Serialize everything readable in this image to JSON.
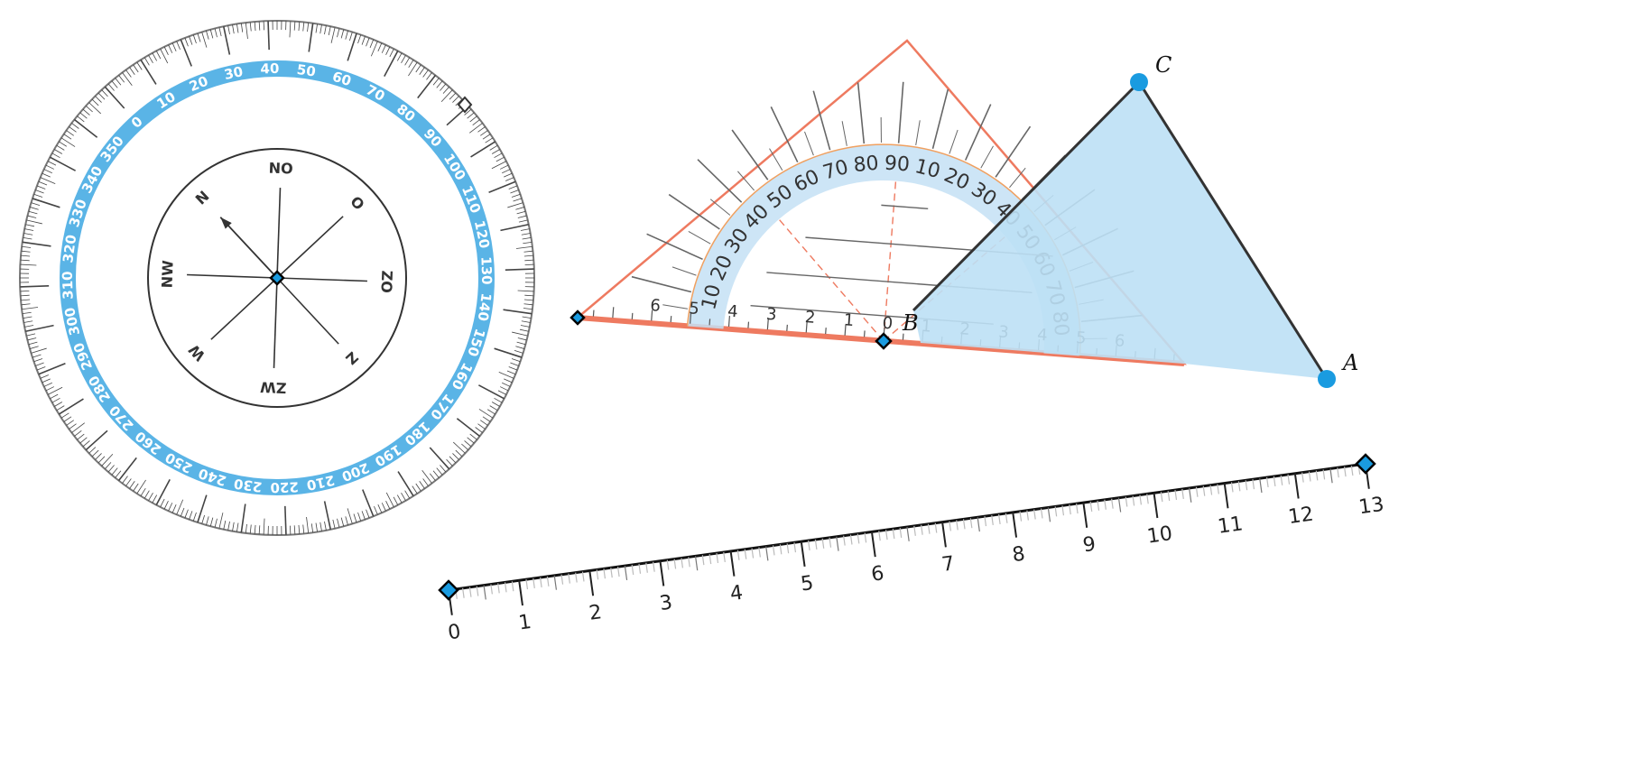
{
  "colors": {
    "compass_ring": "#5ab4e6",
    "set_square_edge": "#ee7a60",
    "protractor_band": "#c4e1f4",
    "triangle_fill": "#bde0f5",
    "point": "#1a9be0",
    "stroke": "#333333"
  },
  "compass": {
    "degree_labels": [
      "0",
      "10",
      "20",
      "30",
      "40",
      "50",
      "60",
      "70",
      "80",
      "90",
      "100",
      "110",
      "120",
      "130",
      "140",
      "150",
      "160",
      "170",
      "180",
      "190",
      "200",
      "210",
      "220",
      "230",
      "240",
      "250",
      "260",
      "270",
      "280",
      "290",
      "300",
      "310",
      "320",
      "330",
      "340",
      "350"
    ],
    "rose_labels": [
      "NO",
      "O",
      "ZO",
      "Z",
      "ZW",
      "W",
      "NW",
      "N"
    ],
    "arrow_label": "N"
  },
  "set_square": {
    "ruler_labels_left": [
      "6",
      "5",
      "4",
      "3",
      "2",
      "1",
      "0"
    ],
    "ruler_labels_right": [
      "1",
      "2",
      "3",
      "4",
      "5",
      "6"
    ],
    "angle_labels_left": [
      "10",
      "20",
      "30",
      "40",
      "50",
      "60",
      "70",
      "80"
    ],
    "angle_labels_top": "90",
    "angle_labels_right": [
      "80",
      "70",
      "60",
      "50",
      "40",
      "30",
      "20",
      "10"
    ]
  },
  "triangle": {
    "points": [
      {
        "label": "A"
      },
      {
        "label": "B"
      },
      {
        "label": "C"
      }
    ]
  },
  "ruler": {
    "labels": [
      "0",
      "1",
      "2",
      "3",
      "4",
      "5",
      "6",
      "7",
      "8",
      "9",
      "10",
      "11",
      "12",
      "13"
    ]
  }
}
